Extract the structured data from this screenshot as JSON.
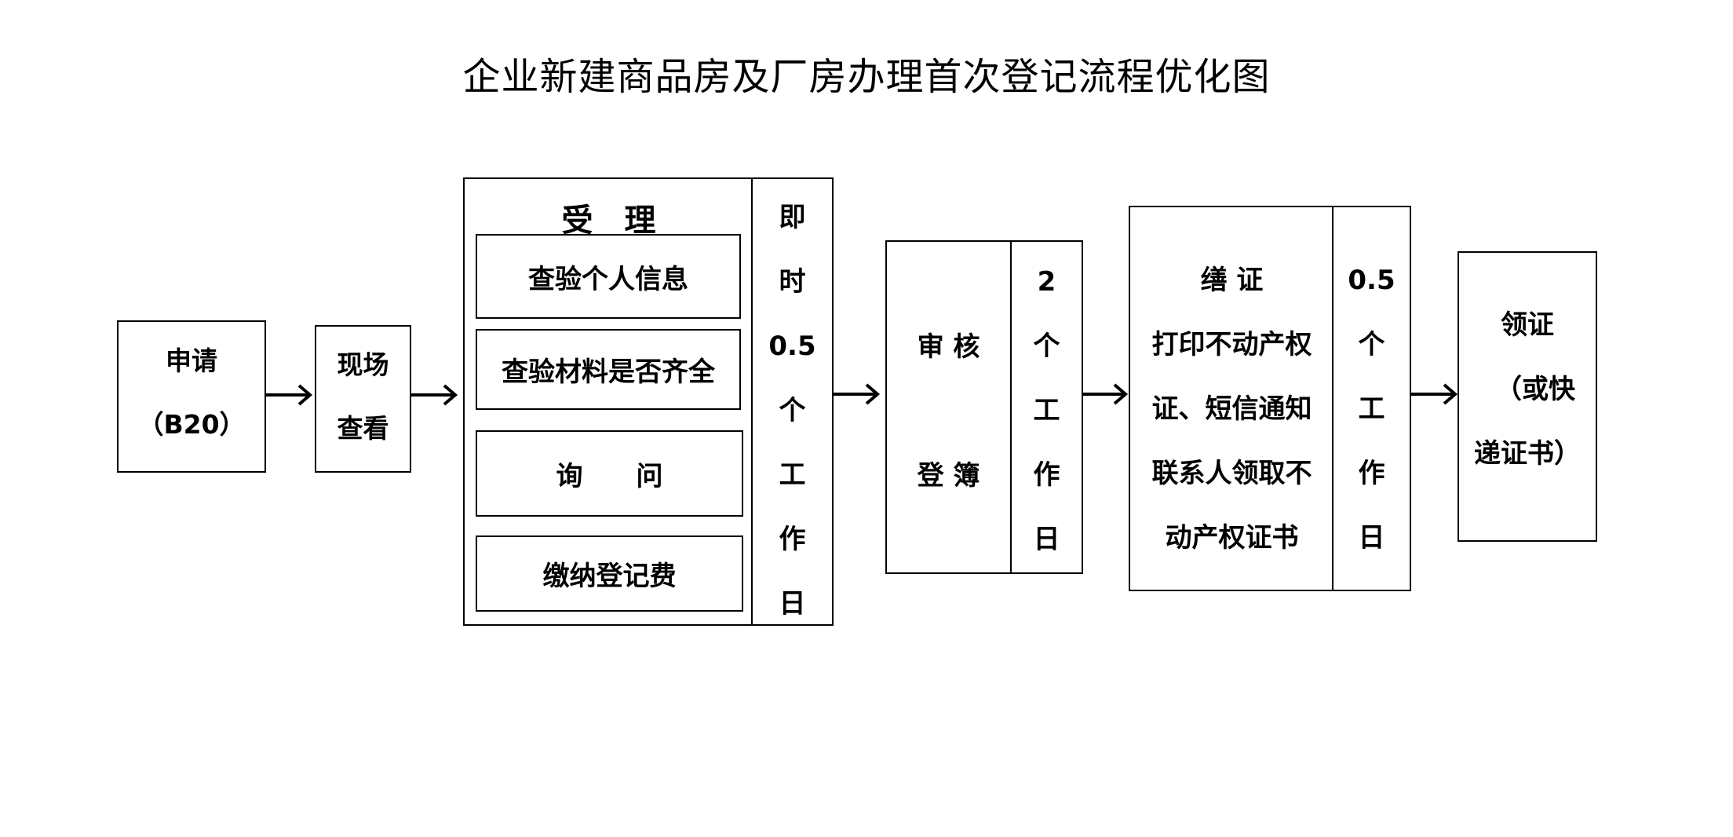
{
  "title": "企业新建商品房及厂房办理首次登记流程优化图",
  "steps": {
    "apply": {
      "line1": "申请",
      "line2": "（B20）"
    },
    "inspect": {
      "line1": "现场",
      "line2": "查看"
    },
    "accept": {
      "header": "受　理",
      "items": [
        "查验个人信息",
        "查验材料是否齐全",
        "询　　问",
        "缴纳登记费"
      ],
      "time": [
        "即",
        "时",
        "0.5",
        "个",
        "工",
        "作",
        "日"
      ]
    },
    "review": {
      "line1": "审 核",
      "line2": "登 簿",
      "time": [
        "2",
        "个",
        "工",
        "作",
        "日"
      ]
    },
    "certify": {
      "lines": [
        "缮 证",
        "打印不动产权",
        "证、短信通知",
        "联系人领取不",
        "动产权证书"
      ],
      "time": [
        "0.5",
        "个",
        "工",
        "作",
        "日"
      ]
    },
    "collect": {
      "lines": [
        "领证",
        "（或快",
        "递证书）"
      ]
    }
  }
}
